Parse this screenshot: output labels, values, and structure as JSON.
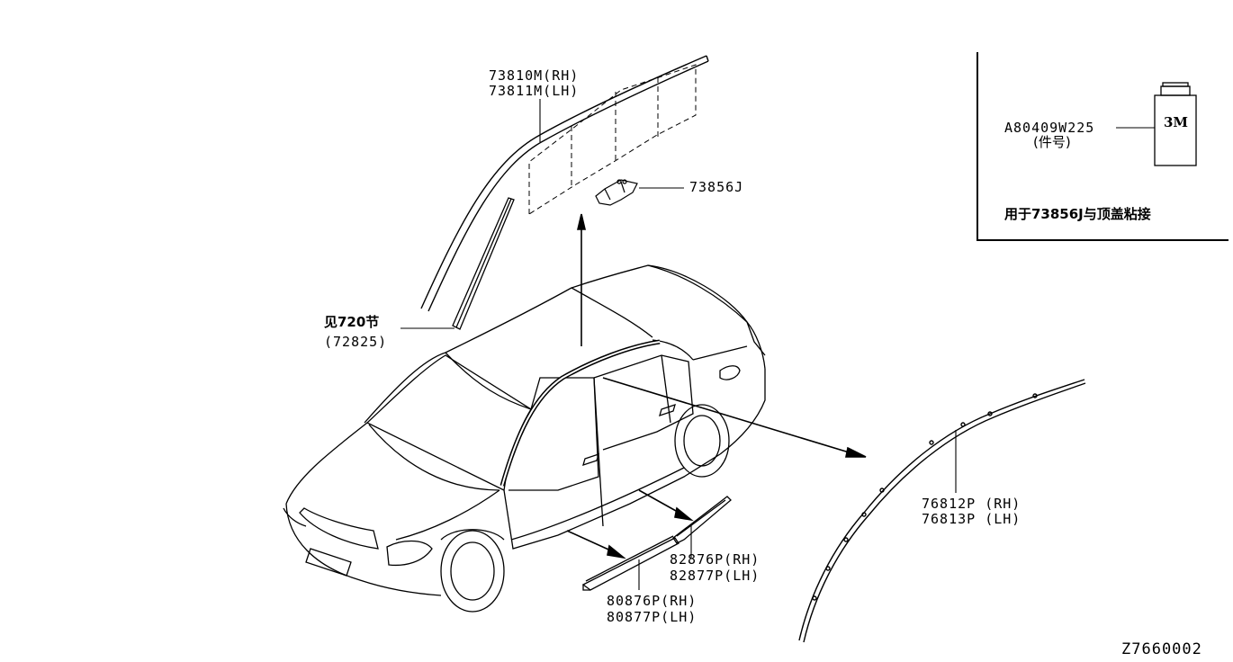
{
  "labels": {
    "p73810": "73810M(RH)",
    "p73811": "73811M(LH)",
    "p73856": "73856J",
    "see720": "见720节",
    "p72825": "(72825)",
    "p76812": "76812P (RH)",
    "p76813": "76813P (LH)",
    "p82876": "82876P(RH)",
    "p82877": "82877P(LH)",
    "p80876": "80876P(RH)",
    "p80877": "80877P(LH)",
    "diagram_code": "Z7660002"
  },
  "legend": {
    "part": "A80409W225",
    "part_note": "(件号)",
    "bottle_brand": "3M",
    "usage_note": "用于73856J与顶盖粘接"
  },
  "colors": {
    "line": "#000000",
    "background": "#ffffff"
  }
}
